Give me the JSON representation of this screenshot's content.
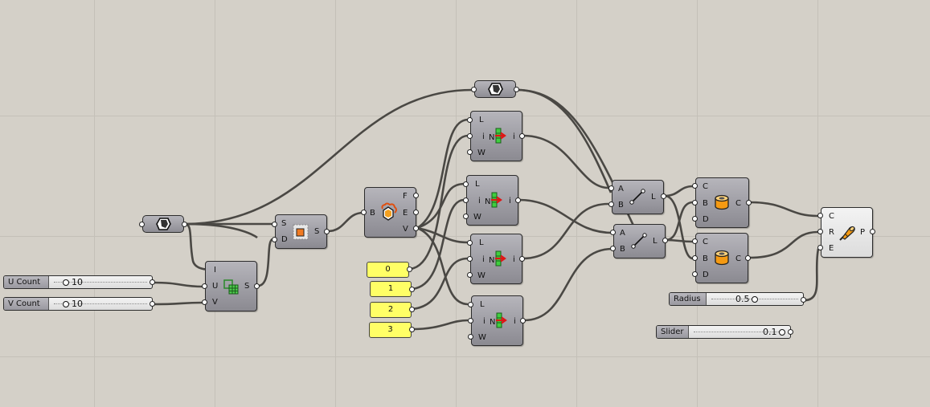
{
  "sliders": {
    "u_count": {
      "label": "U Count",
      "value": "10"
    },
    "v_count": {
      "label": "V Count",
      "value": "10"
    },
    "radius": {
      "label": "Radius",
      "value": "0.5"
    },
    "slider": {
      "label": "Slider",
      "value": "0.1"
    }
  },
  "panels": [
    "0",
    "1",
    "2",
    "3"
  ],
  "components": {
    "srf_grid": {
      "inputs": [
        "I",
        "U",
        "V"
      ],
      "outputs": [
        "S"
      ],
      "icon": "surface-grid-icon"
    },
    "sub_srf": {
      "inputs": [
        "S",
        "D"
      ],
      "outputs": [
        "S"
      ],
      "icon": "sub-surface-icon"
    },
    "deconstruct_brep": {
      "inputs": [
        "B"
      ],
      "outputs": [
        "F",
        "E",
        "V"
      ],
      "icon": "deconstruct-brep-icon"
    },
    "list_item": {
      "inputs": [
        "L",
        "i",
        "W"
      ],
      "outputs": [
        "i"
      ],
      "center_input": "i",
      "icon": "list-item-icon"
    },
    "line": {
      "inputs": [
        "A",
        "B"
      ],
      "outputs": [
        "L"
      ],
      "icon": "line-icon"
    },
    "pipe": {
      "inputs": [
        "C",
        "B",
        "D"
      ],
      "outputs": [
        "C"
      ],
      "icon": "pipe-icon"
    },
    "pipe_variable": {
      "inputs": [
        "C",
        "R",
        "E"
      ],
      "outputs": [
        "P"
      ],
      "icon": "pipe-variable-icon"
    }
  },
  "colors": {
    "canvas": "#d4d0c8",
    "component": "#9e9da4",
    "panel": "#ffff66",
    "wire": "#4a4844",
    "list_item_green": "#3fcf3f",
    "arrow_red": "#e01515",
    "pipe_orange": "#f59a12"
  }
}
